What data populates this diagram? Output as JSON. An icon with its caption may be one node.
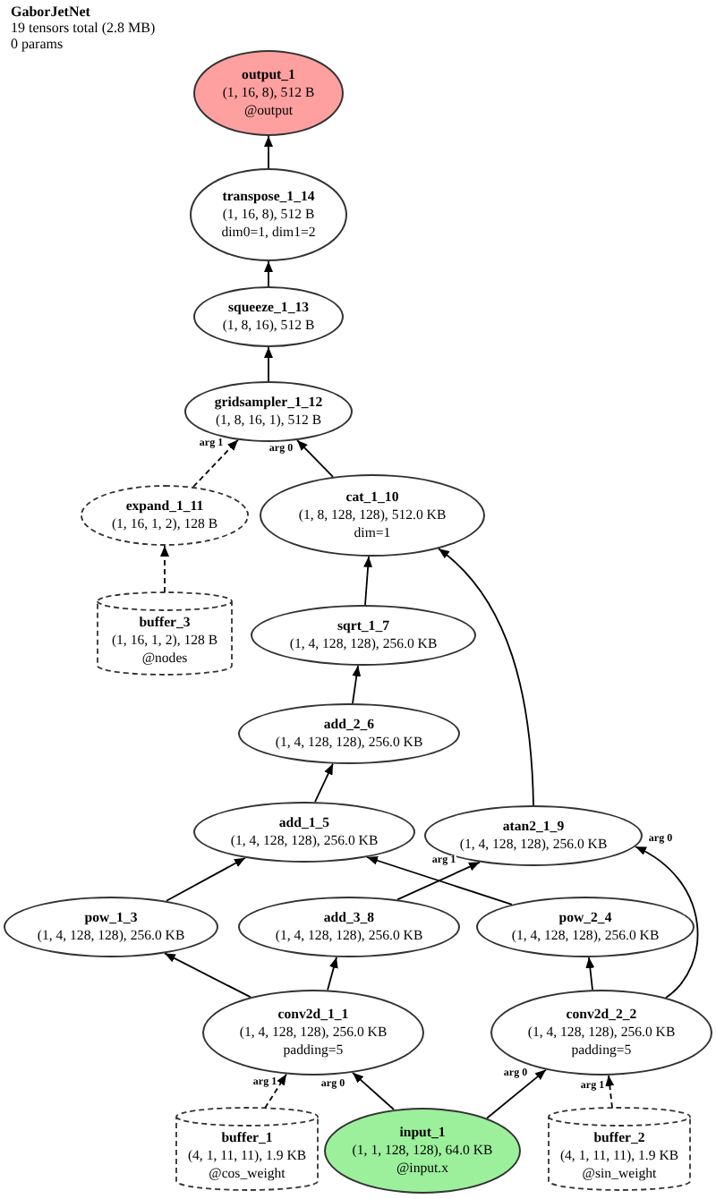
{
  "diagram": {
    "title": "GaborJetNet",
    "nodes": [
      {
        "text": [
          "output_1",
          "(1, 16, 8), 512 B",
          "@output"
        ]
      },
      {
        "text": [
          "transpose_1_14",
          "(1, 16, 8), 512 B",
          "dim0=1, dim1=2"
        ]
      },
      {
        "text": [
          "squeeze_1_13",
          "(1, 8, 16), 512 B"
        ]
      },
      {
        "text": [
          "gridsampler_1_12",
          "(1, 8, 16, 1), 512 B"
        ]
      },
      {
        "text": [
          "expand_1_11",
          "(1, 16, 1, 2), 128 B"
        ]
      },
      {
        "text": [
          "cat_1_10",
          "(1, 8, 128, 128), 512.0 KB",
          "dim=1"
        ]
      },
      {
        "text": [
          "buffer_3",
          "(1, 16, 1, 2), 128 B",
          "@nodes"
        ]
      },
      {
        "text": [
          "sqrt_1_7",
          "(1, 4, 128, 128), 256.0 KB"
        ]
      },
      {
        "text": [
          "add_2_6",
          "(1, 4, 128, 128), 256.0 KB"
        ]
      },
      {
        "text": [
          "add_1_5",
          "(1, 4, 128, 128), 256.0 KB"
        ]
      },
      {
        "text": [
          "atan2_1_9",
          "(1, 4, 128, 128), 256.0 KB"
        ]
      },
      {
        "text": [
          "pow_1_3",
          "(1, 4, 128, 128), 256.0 KB"
        ]
      },
      {
        "text": [
          "add_3_8",
          "(1, 4, 128, 128), 256.0 KB"
        ]
      },
      {
        "text": [
          "pow_2_4",
          "(1, 4, 128, 128), 256.0 KB"
        ]
      },
      {
        "text": [
          "conv2d_1_1",
          "(1, 4, 128, 128), 256.0 KB",
          "padding=5"
        ]
      },
      {
        "text": [
          "conv2d_2_2",
          "(1, 4, 128, 128), 256.0 KB",
          "padding=5"
        ]
      },
      {
        "text": [
          "buffer_1",
          "(4, 1, 11, 11), 1.9 KB",
          "@cos_weight"
        ]
      },
      {
        "text": [
          "input_1",
          "(1, 1, 128, 128), 64.0 KB",
          "@input.x"
        ]
      },
      {
        "text": [
          "buffer_2",
          "(4, 1, 11, 11), 1.9 KB",
          "@sin_weight"
        ]
      }
    ],
    "edges": [
      {
        "from": 17,
        "to": 14,
        "arrow": "to",
        "label": "arg 0"
      },
      {
        "from": 16,
        "to": 14,
        "arrow": "to",
        "label": "arg 1",
        "style": "dashed"
      },
      {
        "from": 17,
        "to": 15,
        "arrow": "to",
        "label": "arg 0"
      },
      {
        "from": 18,
        "to": 15,
        "arrow": "to",
        "label": "arg 1",
        "style": "dashed"
      },
      {
        "from": 14,
        "to": 11,
        "arrow": "to"
      },
      {
        "from": 14,
        "to": 12,
        "arrow": "to"
      },
      {
        "from": 15,
        "to": 13,
        "arrow": "to"
      },
      {
        "from": 15,
        "to": 10,
        "arrow": "to",
        "label": "arg 0"
      },
      {
        "from": 12,
        "to": 10,
        "arrow": "to",
        "label": "arg 1"
      },
      {
        "from": 11,
        "to": 9,
        "arrow": "to"
      },
      {
        "from": 13,
        "to": 9,
        "arrow": "to"
      },
      {
        "from": 9,
        "to": 8,
        "arrow": "to"
      },
      {
        "from": 8,
        "to": 7,
        "arrow": "to"
      },
      {
        "from": 7,
        "to": 5,
        "arrow": "to"
      },
      {
        "from": 10,
        "to": 5,
        "arrow": "to"
      },
      {
        "from": 6,
        "to": 4,
        "arrow": "to",
        "style": "dashed"
      },
      {
        "from": 4,
        "to": 3,
        "arrow": "to",
        "label": "arg 1",
        "style": "dashed"
      },
      {
        "from": 5,
        "to": 3,
        "arrow": "to",
        "label": "arg 0"
      },
      {
        "from": 3,
        "to": 2,
        "arrow": "to"
      },
      {
        "from": 2,
        "to": 1,
        "arrow": "to"
      },
      {
        "from": 1,
        "to": 0,
        "arrow": "to"
      }
    ],
    "labels": [
      "19 tensors total (2.8 MB)",
      "0 params"
    ]
  }
}
